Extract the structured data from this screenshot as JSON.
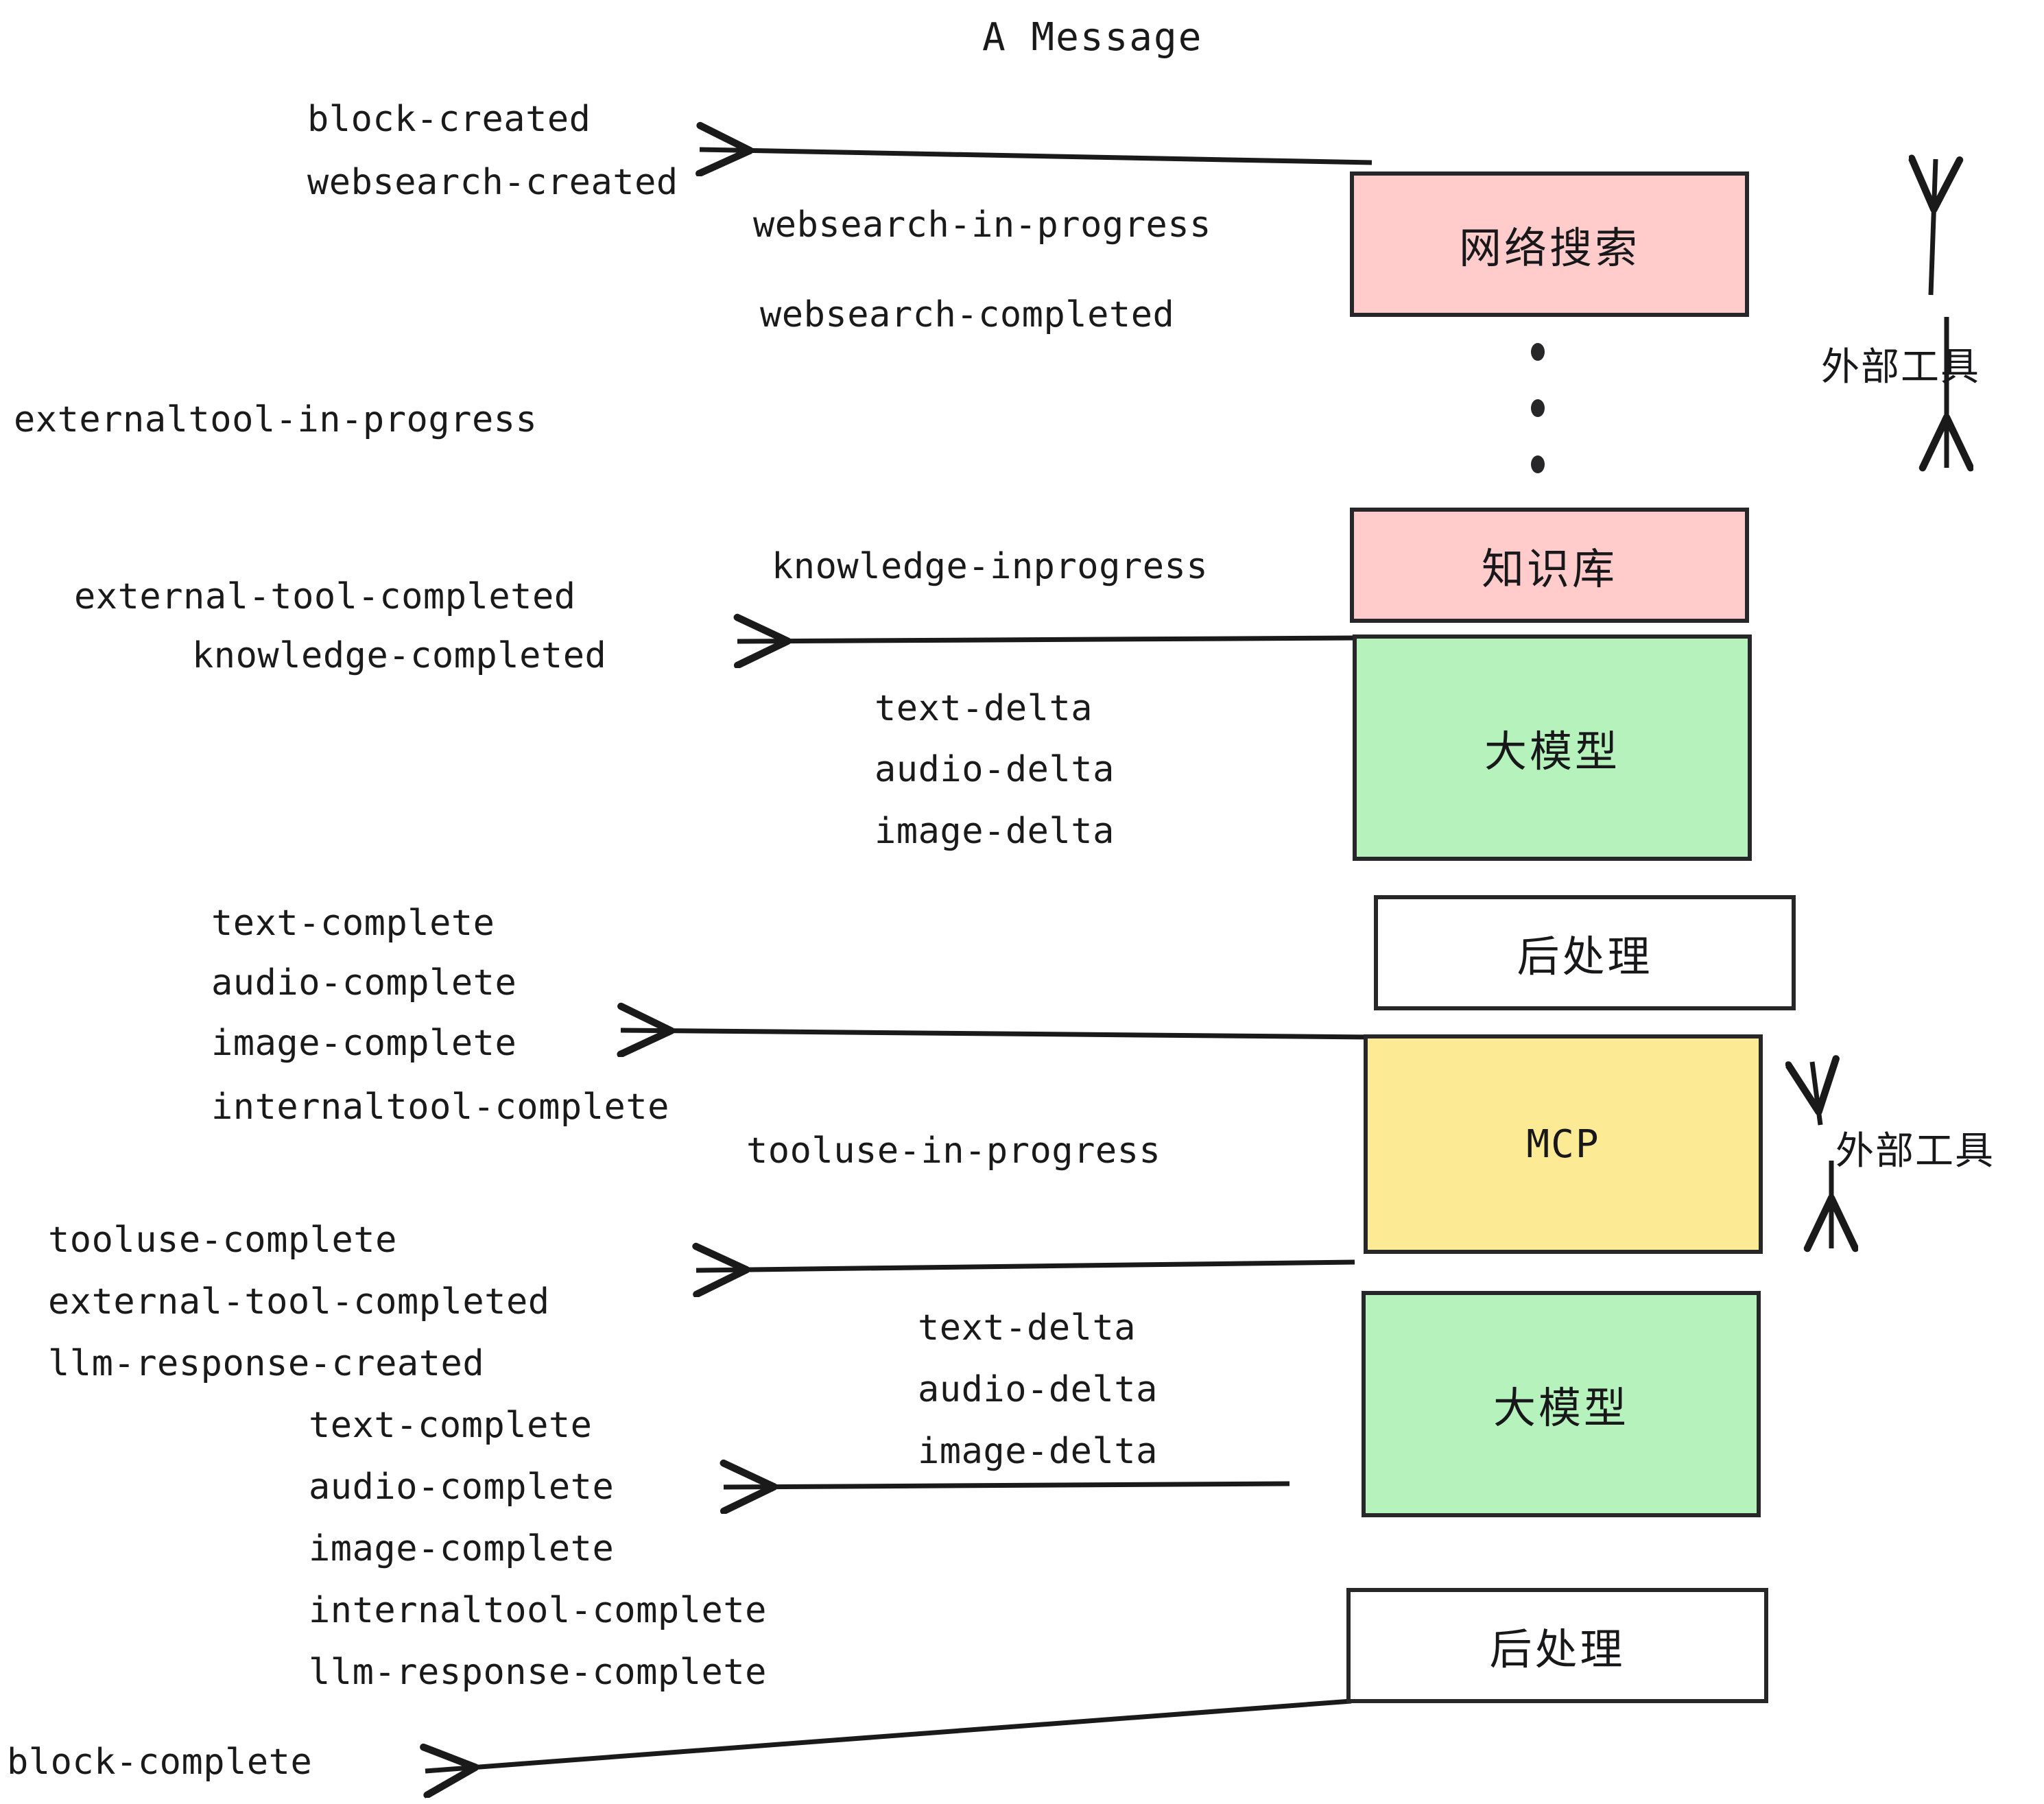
{
  "diagram": {
    "title": "A Message",
    "colors": {
      "pink": "#FFCBCB",
      "green": "#B5F2BC",
      "yellow": "#FCEA94",
      "white": "#FFFFFF",
      "stroke": "#27272A",
      "text": "#1A1A1A"
    },
    "nodes": [
      {
        "id": "websearch",
        "label": "网络搜索",
        "fill": "#FFCBCB"
      },
      {
        "id": "knowledge",
        "label": "知识库",
        "fill": "#FFCBCB"
      },
      {
        "id": "llm-1",
        "label": "大模型",
        "fill": "#B5F2BC"
      },
      {
        "id": "postprocess-1",
        "label": "后处理",
        "fill": "#FFFFFF"
      },
      {
        "id": "mcp",
        "label": "MCP",
        "fill": "#FCEA94"
      },
      {
        "id": "llm-2",
        "label": "大模型",
        "fill": "#B5F2BC"
      },
      {
        "id": "postprocess-2",
        "label": "后处理",
        "fill": "#FFFFFF"
      }
    ],
    "group_labels": [
      {
        "id": "external-tools-top",
        "label": "外部工具"
      },
      {
        "id": "external-tools-bottom",
        "label": "外部工具"
      }
    ],
    "events": [
      {
        "id": "block-created",
        "text": "block-created"
      },
      {
        "id": "websearch-created",
        "text": "websearch-created"
      },
      {
        "id": "websearch-in-progress",
        "text": "websearch-in-progress"
      },
      {
        "id": "websearch-completed",
        "text": "websearch-completed"
      },
      {
        "id": "externaltool-in-progress",
        "text": "externaltool-in-progress"
      },
      {
        "id": "knowledge-inprogress",
        "text": "knowledge-inprogress"
      },
      {
        "id": "external-tool-completed-1",
        "text": "external-tool-completed"
      },
      {
        "id": "knowledge-completed",
        "text": "knowledge-completed"
      },
      {
        "id": "text-delta-1",
        "text": "text-delta"
      },
      {
        "id": "audio-delta-1",
        "text": "audio-delta"
      },
      {
        "id": "image-delta-1",
        "text": "image-delta"
      },
      {
        "id": "text-complete-1",
        "text": "text-complete"
      },
      {
        "id": "audio-complete-1",
        "text": "audio-complete"
      },
      {
        "id": "image-complete-1",
        "text": "image-complete"
      },
      {
        "id": "internaltool-complete-1",
        "text": "internaltool-complete"
      },
      {
        "id": "tooluse-in-progress",
        "text": "tooluse-in-progress"
      },
      {
        "id": "tooluse-complete",
        "text": "tooluse-complete"
      },
      {
        "id": "external-tool-completed-2",
        "text": "external-tool-completed"
      },
      {
        "id": "llm-response-created",
        "text": "llm-response-created"
      },
      {
        "id": "text-delta-2",
        "text": "text-delta"
      },
      {
        "id": "audio-delta-2",
        "text": "audio-delta"
      },
      {
        "id": "image-delta-2",
        "text": "image-delta"
      },
      {
        "id": "text-complete-2",
        "text": "text-complete"
      },
      {
        "id": "audio-complete-2",
        "text": "audio-complete"
      },
      {
        "id": "image-complete-2",
        "text": "image-complete"
      },
      {
        "id": "internaltool-complete-2",
        "text": "internaltool-complete"
      },
      {
        "id": "llm-response-complete",
        "text": "llm-response-complete"
      },
      {
        "id": "block-complete",
        "text": "block-complete"
      }
    ]
  }
}
